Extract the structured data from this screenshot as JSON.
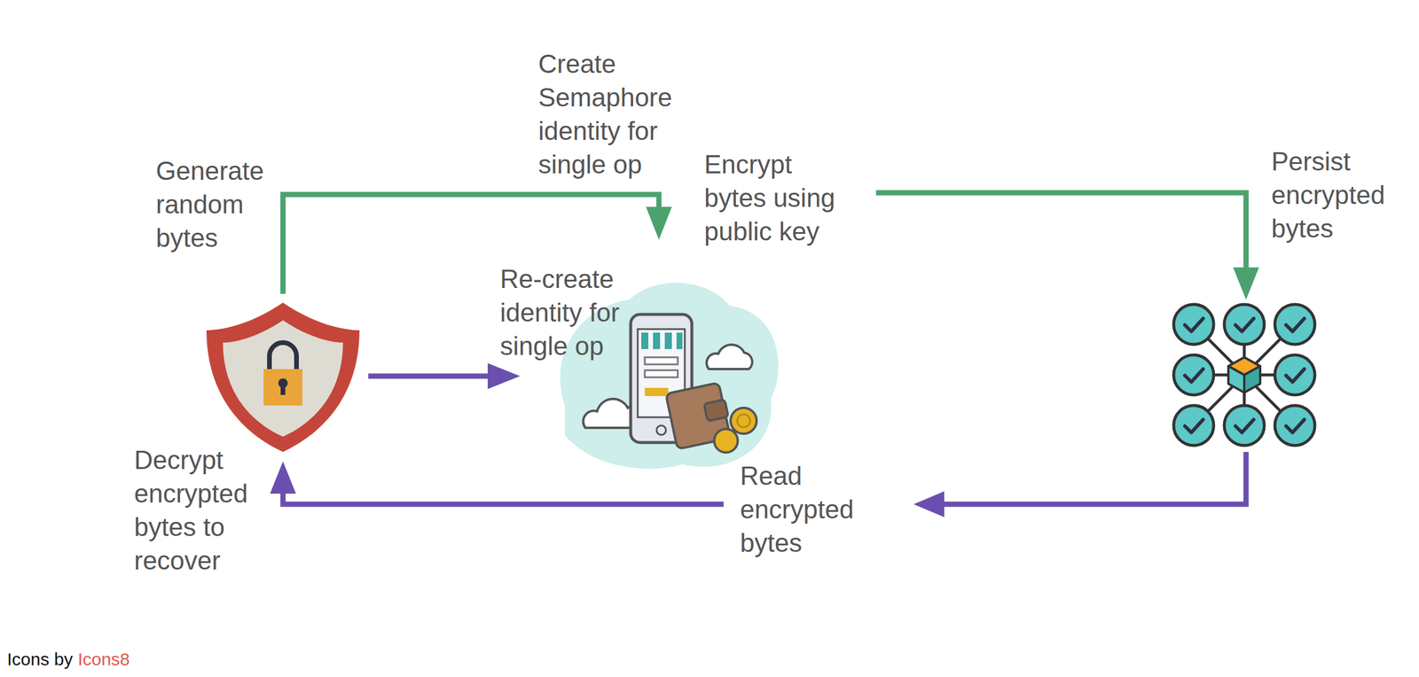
{
  "diagram": {
    "labels": [
      "Create Semaphore identity for single op",
      "Persist encrypted bytes",
      "Encrypt bytes using public key",
      "Generate random bytes",
      "Re-create identity for single op",
      "Decrypt encrypted bytes to recover",
      "Read encrypted bytes",
      "Icons by",
      "Icons8"
    ]
  }
}
